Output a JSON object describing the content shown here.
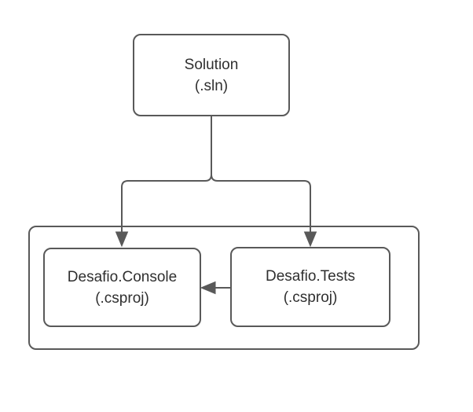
{
  "colors": {
    "stroke": "#595959",
    "text": "#2f2f2f",
    "background": "#ffffff",
    "node_background": "#ffffff"
  },
  "nodes": {
    "solution": {
      "line1": "Solution",
      "line2": "(.sln)"
    },
    "console": {
      "line1": "Desafio.Console",
      "line2": "(.csproj)"
    },
    "tests": {
      "line1": "Desafio.Tests",
      "line2": "(.csproj)"
    }
  },
  "edges": [
    {
      "from": "Solution (.sln)",
      "to": "Desafio.Console (.csproj)",
      "style": "arrow-down"
    },
    {
      "from": "Solution (.sln)",
      "to": "Desafio.Tests (.csproj)",
      "style": "arrow-down"
    },
    {
      "from": "Desafio.Tests (.csproj)",
      "to": "Desafio.Console (.csproj)",
      "style": "arrow-left"
    }
  ]
}
